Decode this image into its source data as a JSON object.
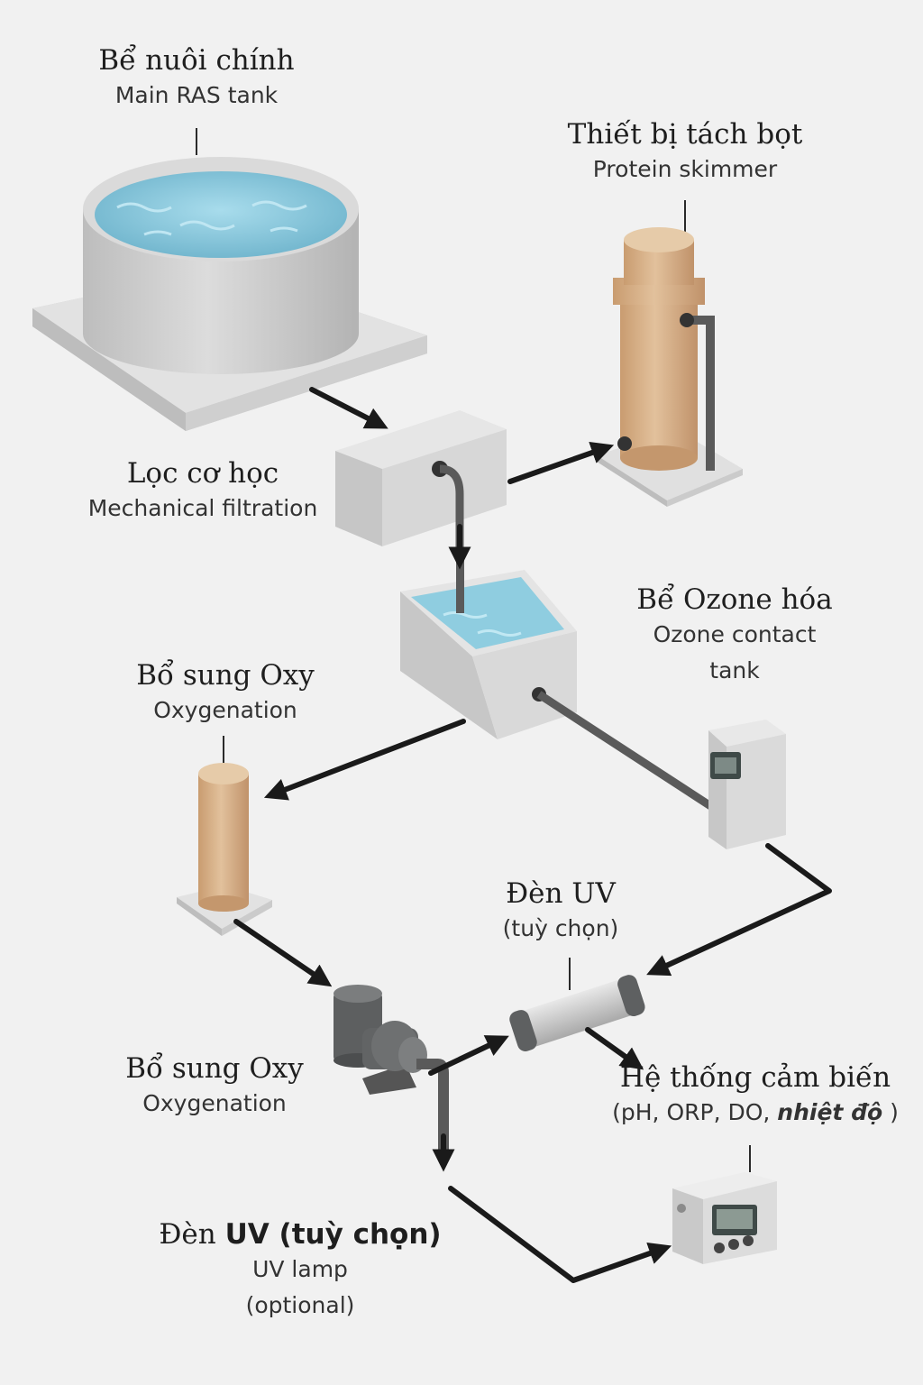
{
  "labels": {
    "main_tank": {
      "vn": "Bể nuôi chính",
      "en": "Main RAS tank"
    },
    "skimmer": {
      "vn": "Thiết bị tách bọt",
      "en": "Protein skimmer"
    },
    "mech_filter": {
      "vn": "Lọc cơ học",
      "en": "Mechanical filtration"
    },
    "ozone": {
      "vn": "Bể Ozone hóa",
      "en_1": "Ozone contact",
      "en_2": "tank"
    },
    "oxy_top": {
      "vn": "Bổ sung Oxy",
      "en": "Oxygenation"
    },
    "uv_mid": {
      "vn": "Đèn UV",
      "en": "(tuỳ chọn)"
    },
    "oxy_pump": {
      "vn": "Bổ sung Oxy",
      "en": "Oxygenation"
    },
    "sensors": {
      "vn": "Hệ thống cảm biến",
      "en_prefix": "(pH, ORP, DO,",
      "en_italic": "nhiệt độ",
      "en_suffix": ")"
    },
    "uv_bottom": {
      "vn_prefix": "Đèn",
      "vn_bold": "UV (tuỳ chọn)",
      "en_1": "UV lamp",
      "en_2": "(optional)"
    }
  },
  "colors": {
    "background": "#f1f1f1",
    "concrete": "#d4d4d4",
    "water": "#8cc9dc",
    "tan": "#d6b48f",
    "pipe": "#5a5a5a",
    "arrow": "#1a1a1a",
    "pump": "#5d5f60",
    "display": "#3f4a48"
  },
  "icons": [
    "main-tank-icon",
    "protein-skimmer-icon",
    "mechanical-filter-icon",
    "ozone-contact-tank-icon",
    "ozone-generator-icon",
    "oxygenation-column-icon",
    "water-pump-icon",
    "uv-lamp-icon",
    "sensor-controller-icon"
  ]
}
